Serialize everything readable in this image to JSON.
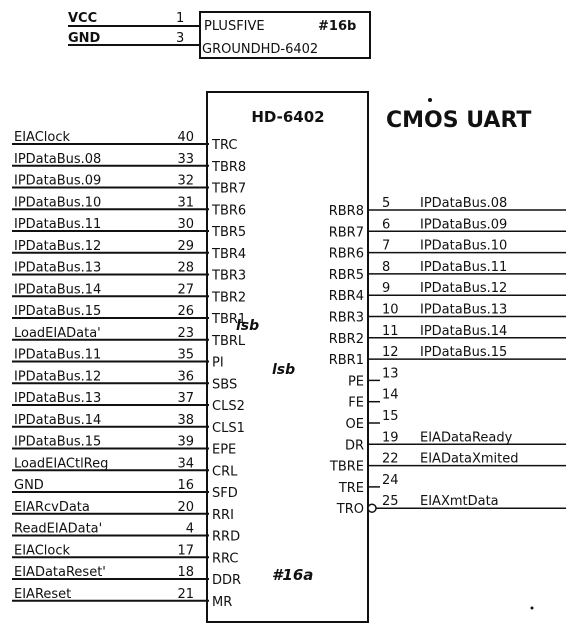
{
  "power_chip": {
    "labels": [
      "PLUSFIVE",
      "#16b",
      "GROUNDHD-6402"
    ],
    "signals": [
      {
        "name": "VCC",
        "pin": "1"
      },
      {
        "name": "GND",
        "pin": "3"
      }
    ]
  },
  "main_chip": {
    "part": "HD-6402",
    "title": "CMOS UART",
    "ref": "#16a",
    "lsb": "lsb",
    "left": [
      {
        "signal": "EIAClock",
        "num": "40",
        "pin": "TRC"
      },
      {
        "signal": "IPDataBus.08",
        "num": "33",
        "pin": "TBR8"
      },
      {
        "signal": "IPDataBus.09",
        "num": "32",
        "pin": "TBR7"
      },
      {
        "signal": "IPDataBus.10",
        "num": "31",
        "pin": "TBR6"
      },
      {
        "signal": "IPDataBus.11",
        "num": "30",
        "pin": "TBR5"
      },
      {
        "signal": "IPDataBus.12",
        "num": "29",
        "pin": "TBR4"
      },
      {
        "signal": "IPDataBus.13",
        "num": "28",
        "pin": "TBR3"
      },
      {
        "signal": "IPDataBus.14",
        "num": "27",
        "pin": "TBR2"
      },
      {
        "signal": "IPDataBus.15",
        "num": "26",
        "pin": "TBR1"
      },
      {
        "signal": "LoadEIAData'",
        "num": "23",
        "pin": "TBRL"
      },
      {
        "signal": "IPDataBus.11",
        "num": "35",
        "pin": "PI"
      },
      {
        "signal": "IPDataBus.12",
        "num": "36",
        "pin": "SBS"
      },
      {
        "signal": "IPDataBus.13",
        "num": "37",
        "pin": "CLS2"
      },
      {
        "signal": "IPDataBus.14",
        "num": "38",
        "pin": "CLS1"
      },
      {
        "signal": "IPDataBus.15",
        "num": "39",
        "pin": "EPE"
      },
      {
        "signal": "LoadEIACtlReg",
        "num": "34",
        "pin": "CRL"
      },
      {
        "signal": "GND",
        "num": "16",
        "pin": "SFD"
      },
      {
        "signal": "EIARcvData",
        "num": "20",
        "pin": "RRI"
      },
      {
        "signal": "ReadEIAData'",
        "num": "4",
        "pin": "RRD"
      },
      {
        "signal": "EIAClock",
        "num": "17",
        "pin": "RRC"
      },
      {
        "signal": "EIADataReset'",
        "num": "18",
        "pin": "DDR"
      },
      {
        "signal": "EIAReset",
        "num": "21",
        "pin": "MR"
      }
    ],
    "right": [
      {
        "pin": "RBR8",
        "num": "5",
        "signal": "IPDataBus.08"
      },
      {
        "pin": "RBR7",
        "num": "6",
        "signal": "IPDataBus.09"
      },
      {
        "pin": "RBR6",
        "num": "7",
        "signal": "IPDataBus.10"
      },
      {
        "pin": "RBR5",
        "num": "8",
        "signal": "IPDataBus.11"
      },
      {
        "pin": "RBR4",
        "num": "9",
        "signal": "IPDataBus.12"
      },
      {
        "pin": "RBR3",
        "num": "10",
        "signal": "IPDataBus.13"
      },
      {
        "pin": "RBR2",
        "num": "11",
        "signal": "IPDataBus.14"
      },
      {
        "pin": "RBR1",
        "num": "12",
        "signal": "IPDataBus.15"
      },
      {
        "pin": "PE",
        "num": "13",
        "signal": ""
      },
      {
        "pin": "FE",
        "num": "14",
        "signal": ""
      },
      {
        "pin": "OE",
        "num": "15",
        "signal": ""
      },
      {
        "pin": "DR",
        "num": "19",
        "signal": "EIADataReady"
      },
      {
        "pin": "TBRE",
        "num": "22",
        "signal": "EIADataXmited"
      },
      {
        "pin": "TRE",
        "num": "24",
        "signal": ""
      },
      {
        "pin": "TRO",
        "num": "25",
        "signal": "EIAXmtData"
      }
    ]
  }
}
